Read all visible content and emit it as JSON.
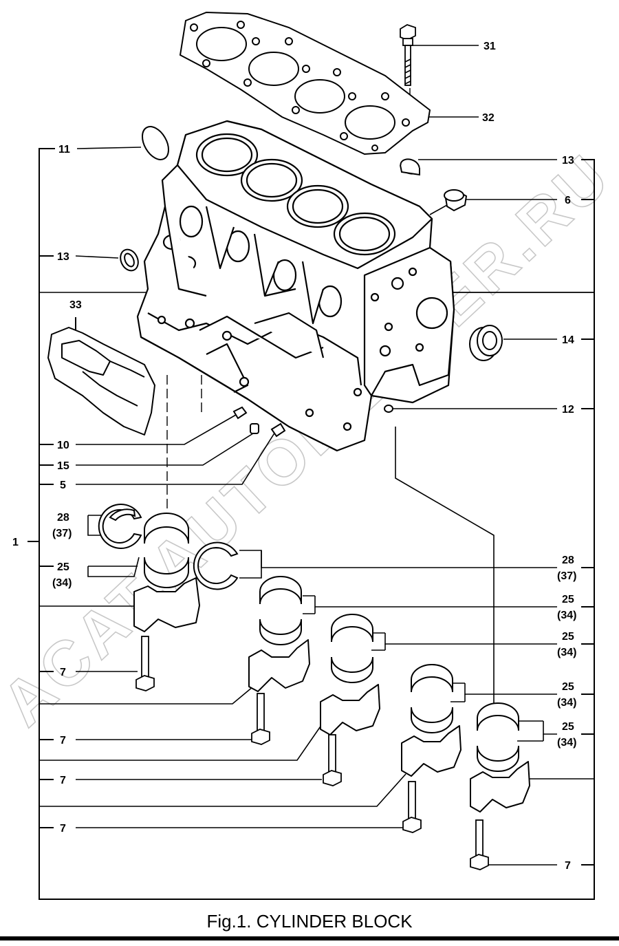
{
  "figure": {
    "caption": "Fig.1.  CYLINDER BLOCK",
    "watermark": "ACAT.AUTODEALER.RU"
  },
  "callouts": [
    {
      "id": "c31",
      "text": "31"
    },
    {
      "id": "c32",
      "text": "32"
    },
    {
      "id": "c11",
      "text": "11"
    },
    {
      "id": "c13a",
      "text": "13"
    },
    {
      "id": "c13b",
      "text": "13"
    },
    {
      "id": "c6",
      "text": "6"
    },
    {
      "id": "c14",
      "text": "14"
    },
    {
      "id": "c33",
      "text": "33"
    },
    {
      "id": "c12",
      "text": "12"
    },
    {
      "id": "c10",
      "text": "10"
    },
    {
      "id": "c15",
      "text": "15"
    },
    {
      "id": "c5",
      "text": "5"
    },
    {
      "id": "c1",
      "text": "1"
    },
    {
      "id": "c28l",
      "text": "28"
    },
    {
      "id": "c37l",
      "text": "(37)"
    },
    {
      "id": "c25l",
      "text": "25"
    },
    {
      "id": "c34l",
      "text": "(34)"
    },
    {
      "id": "c28r",
      "text": "28"
    },
    {
      "id": "c37r",
      "text": "(37)"
    },
    {
      "id": "c25r1",
      "text": "25"
    },
    {
      "id": "c34r1",
      "text": "(34)"
    },
    {
      "id": "c25r2",
      "text": "25"
    },
    {
      "id": "c34r2",
      "text": "(34)"
    },
    {
      "id": "c25r3",
      "text": "25"
    },
    {
      "id": "c34r3",
      "text": "(34)"
    },
    {
      "id": "c25r4",
      "text": "25"
    },
    {
      "id": "c34r4",
      "text": "(34)"
    },
    {
      "id": "c7a",
      "text": "7"
    },
    {
      "id": "c7b",
      "text": "7"
    },
    {
      "id": "c7c",
      "text": "7"
    },
    {
      "id": "c7d",
      "text": "7"
    },
    {
      "id": "c7e",
      "text": "7"
    }
  ]
}
